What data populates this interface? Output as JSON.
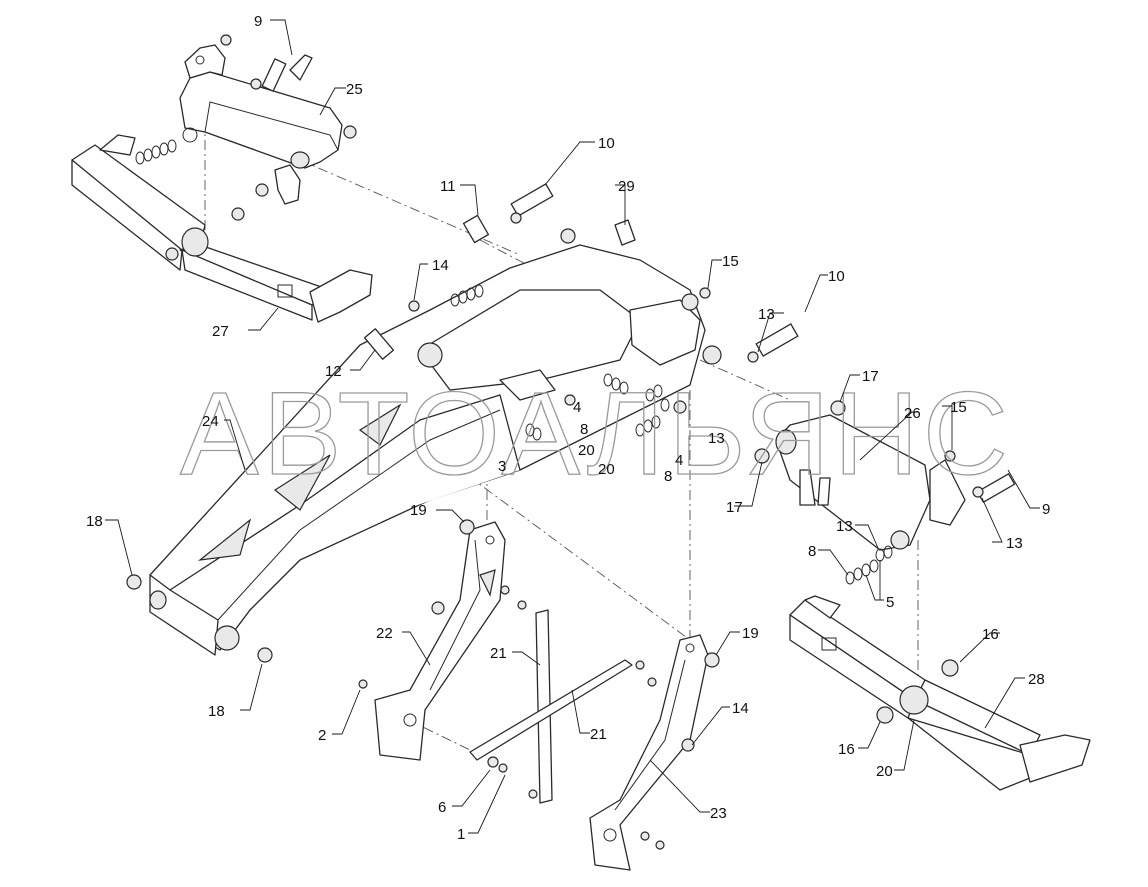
{
  "watermark": {
    "text": "АВТОАЛЬЯНС"
  },
  "parts": [
    {
      "id": "1",
      "label": "1"
    },
    {
      "id": "2",
      "label": "2"
    },
    {
      "id": "3",
      "label": "3"
    },
    {
      "id": "4",
      "label": "4"
    },
    {
      "id": "5",
      "label": "5"
    },
    {
      "id": "6",
      "label": "6"
    },
    {
      "id": "8",
      "label": "8"
    },
    {
      "id": "9",
      "label": "9"
    },
    {
      "id": "10",
      "label": "10"
    },
    {
      "id": "11",
      "label": "11"
    },
    {
      "id": "12",
      "label": "12"
    },
    {
      "id": "13",
      "label": "13"
    },
    {
      "id": "14",
      "label": "14"
    },
    {
      "id": "15",
      "label": "15"
    },
    {
      "id": "16",
      "label": "16"
    },
    {
      "id": "17",
      "label": "17"
    },
    {
      "id": "18",
      "label": "18"
    },
    {
      "id": "19",
      "label": "19"
    },
    {
      "id": "20",
      "label": "20"
    },
    {
      "id": "21",
      "label": "21"
    },
    {
      "id": "22",
      "label": "22"
    },
    {
      "id": "23",
      "label": "23"
    },
    {
      "id": "24",
      "label": "24"
    },
    {
      "id": "25",
      "label": "25"
    },
    {
      "id": "26",
      "label": "26"
    },
    {
      "id": "27",
      "label": "27"
    },
    {
      "id": "28",
      "label": "28"
    },
    {
      "id": "29",
      "label": "29"
    }
  ]
}
